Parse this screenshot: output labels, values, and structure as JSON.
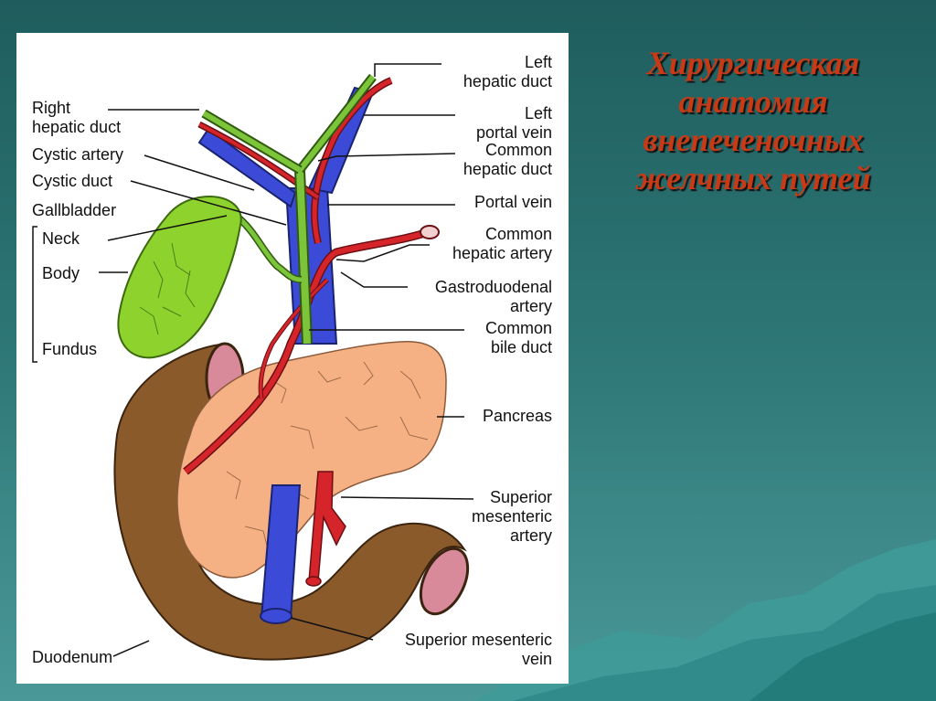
{
  "title_lines": [
    "Хирургическая",
    "анатомия",
    "внепеченочных",
    "желчных путей"
  ],
  "labels": {
    "left_hepatic_duct": [
      "Left",
      "hepatic duct"
    ],
    "left_portal_vein": [
      "Left",
      "portal vein"
    ],
    "common_hepatic_duct": [
      "Common",
      "hepatic duct"
    ],
    "portal_vein": "Portal vein",
    "common_hepatic_artery": [
      "Common",
      "hepatic artery"
    ],
    "gastroduodenal_artery": [
      "Gastroduodenal",
      "artery"
    ],
    "common_bile_duct": [
      "Common",
      "bile duct"
    ],
    "pancreas": "Pancreas",
    "superior_mesenteric_artery": [
      "Superior",
      "mesenteric",
      "artery"
    ],
    "superior_mesenteric_vein": [
      "Superior mesenteric",
      "vein"
    ],
    "right_hepatic_duct": [
      "Right",
      "hepatic duct"
    ],
    "cystic_artery": "Cystic artery",
    "cystic_duct": "Cystic duct",
    "gallbladder": "Gallbladder",
    "neck": "Neck",
    "body": "Body",
    "fundus": "Fundus",
    "duodenum": "Duodenum"
  },
  "colors": {
    "title": "#c83a16",
    "vein": "#3b4bd8",
    "artery": "#d6242b",
    "bile_duct": "#7cc43a",
    "gallbladder": "#8ed22e",
    "pancreas": "#f5b184",
    "duodenum": "#8a5a2a"
  }
}
